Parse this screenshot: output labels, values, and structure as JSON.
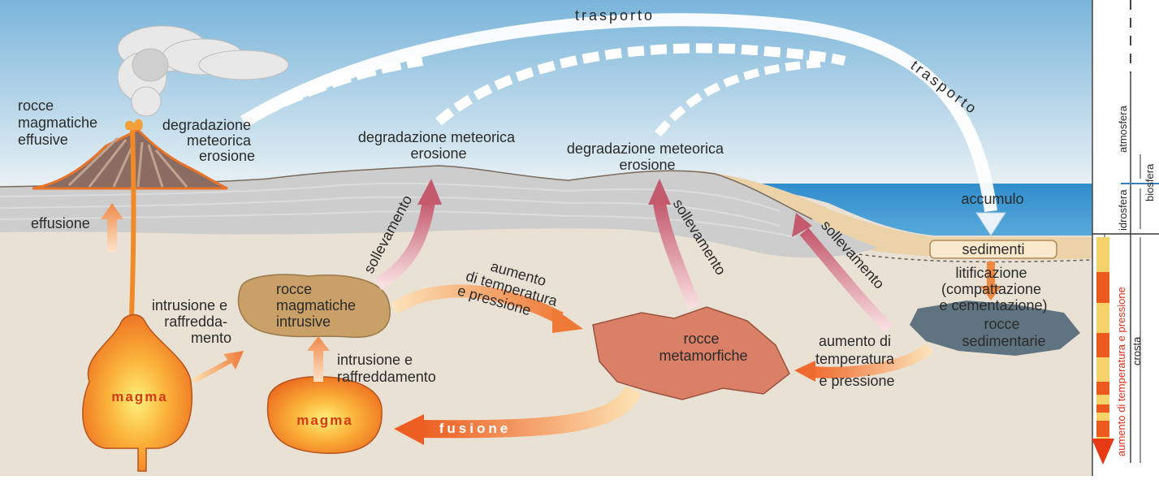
{
  "diagram": {
    "labels": {
      "rocce_effusive": [
        "rocce",
        "magmatiche",
        "effusive"
      ],
      "degradazione_1": [
        "degradazione",
        "meteorica",
        "erosione"
      ],
      "degradazione_2": [
        "degradazione meteorica",
        "erosione"
      ],
      "degradazione_3": [
        "degradazione meteorica",
        "erosione"
      ],
      "trasporto_top": "trasporto",
      "trasporto_right": "trasporto",
      "accumulo": "accumulo",
      "effusione": "effusione",
      "intrusione_1": [
        "intrusione e",
        "raffredda-",
        "mento"
      ],
      "rocce_intrusive": [
        "rocce",
        "magmatiche",
        "intrusive"
      ],
      "intrusione_2": [
        "intrusione e",
        "raffreddamento"
      ],
      "sollevamento_1": "sollevamento",
      "sollevamento_2": "sollevamento",
      "sollevamento_3": "sollevamento",
      "aumento_1": [
        "aumento",
        "di temperatura",
        "e pressione"
      ],
      "rocce_metamorfiche": [
        "rocce",
        "metamorfiche"
      ],
      "aumento_2": [
        "aumento di",
        "temperatura",
        "e pressione"
      ],
      "sedimenti": "sedimenti",
      "litificazione": [
        "litificazione",
        "(compattazione",
        "e cementazione)"
      ],
      "rocce_sedimentarie": [
        "rocce",
        "sedimentarie"
      ],
      "magma_1": "magma",
      "magma_2": "magma",
      "fusione": "fusione"
    },
    "side_scale": {
      "atmosfera": "atmosfera",
      "biosfera": "biosfera",
      "idrosfera": "idrosfera",
      "crosta": "crosta",
      "gradient_label": "aumento di temperatura e pressione"
    }
  },
  "colors": {
    "sky_top": "#7fb8dc",
    "sky_bottom": "#e6f0f4",
    "sea": "#2a86c4",
    "ground": "#e8dfd2",
    "strata": "#cfcfcf",
    "magma": "#f08a28",
    "metamorphic": "#d98066",
    "uplift_arrow": "#c45a6e",
    "red_accent": "#e63a14"
  }
}
